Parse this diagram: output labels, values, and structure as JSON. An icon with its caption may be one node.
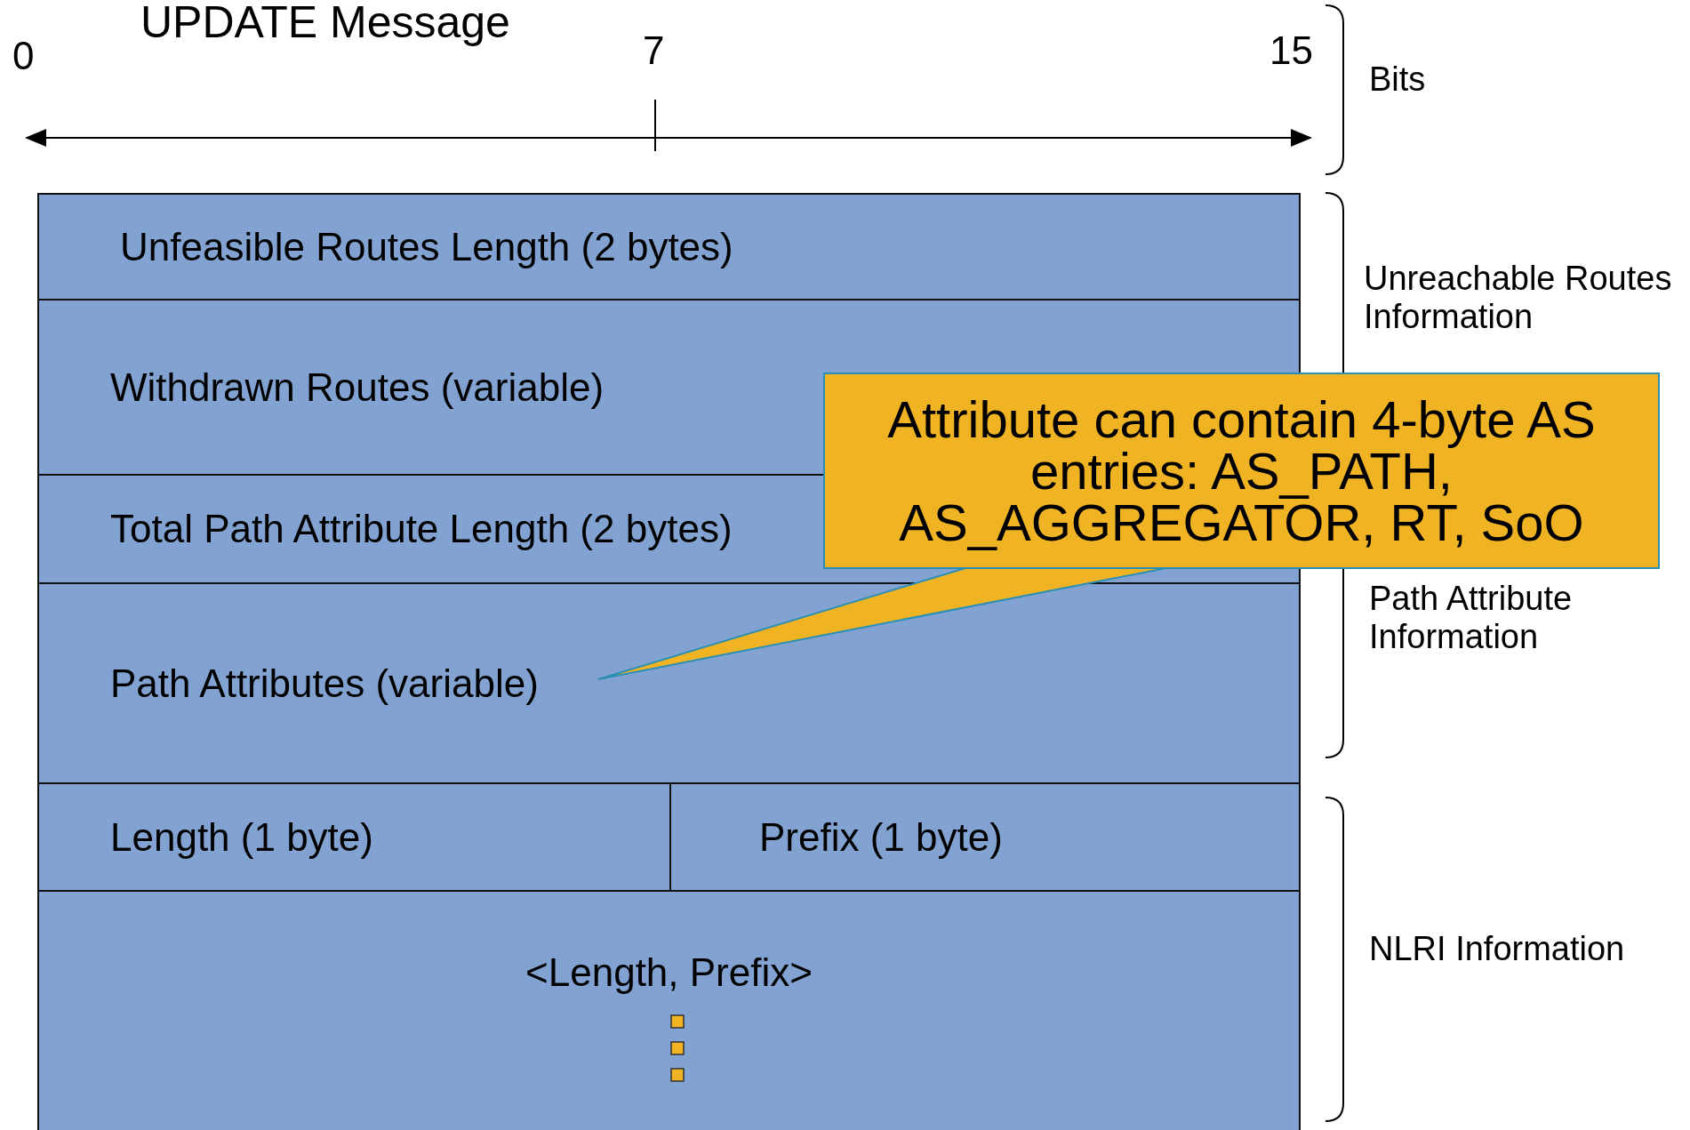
{
  "diagram": {
    "title": "UPDATE Message",
    "nodes": [
      {
        "text": [
          "Unfeasible Routes Length (2 bytes)"
        ]
      },
      {
        "text": [
          "Withdrawn Routes (variable)"
        ]
      },
      {
        "text": [
          "Total Path Attribute Length (2 bytes)"
        ]
      },
      {
        "text": [
          "Path Attributes (variable)"
        ]
      },
      {
        "text": [
          "Length (1 byte)"
        ]
      },
      {
        "text": [
          "Prefix (1 byte)"
        ]
      },
      {
        "text": [
          "<Length, Prefix>"
        ]
      },
      {
        "text": [
          "Attribute can contain 4-byte AS entries: AS_PATH, AS_AGGREGATOR, RT, SoO"
        ]
      }
    ],
    "edges": [
      {
        "from": 7,
        "to": 3,
        "arrow": "none"
      }
    ],
    "labels": [
      "0",
      "7",
      "15",
      "Bits",
      "Unreachable Routes Information",
      "Path Attribute Information",
      "NLRI Information"
    ]
  }
}
